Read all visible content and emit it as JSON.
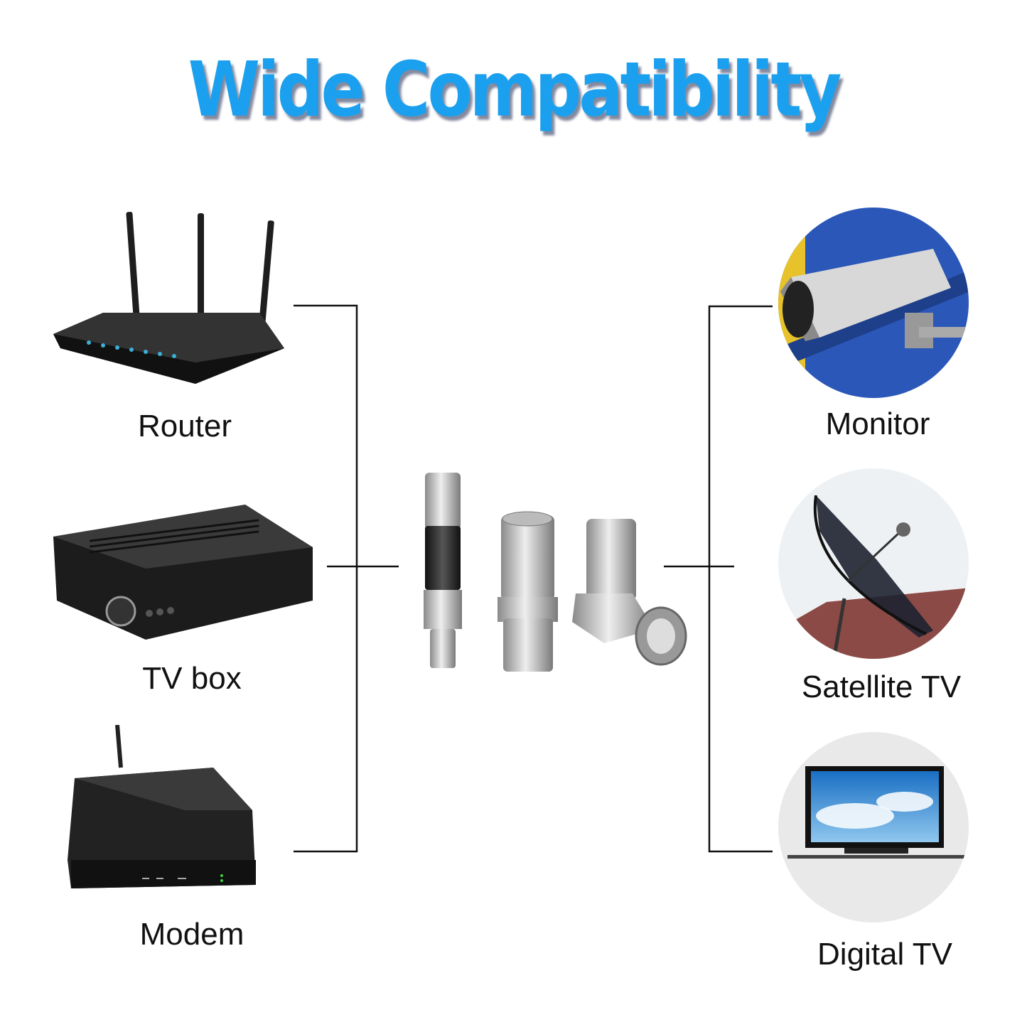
{
  "title": "Wide Compatibility",
  "left_devices": [
    {
      "label": "Router",
      "icon": "router-icon"
    },
    {
      "label": "TV box",
      "icon": "tv-box-icon"
    },
    {
      "label": "Modem",
      "icon": "modem-icon"
    }
  ],
  "right_devices": [
    {
      "label": "Monitor",
      "icon": "security-camera-icon"
    },
    {
      "label": "Satellite TV",
      "icon": "satellite-dish-icon"
    },
    {
      "label": "Digital TV",
      "icon": "flat-tv-icon"
    }
  ],
  "center_product": "coaxial-connectors-icon",
  "colors": {
    "title": "#1aa0ee",
    "line": "#111111"
  }
}
